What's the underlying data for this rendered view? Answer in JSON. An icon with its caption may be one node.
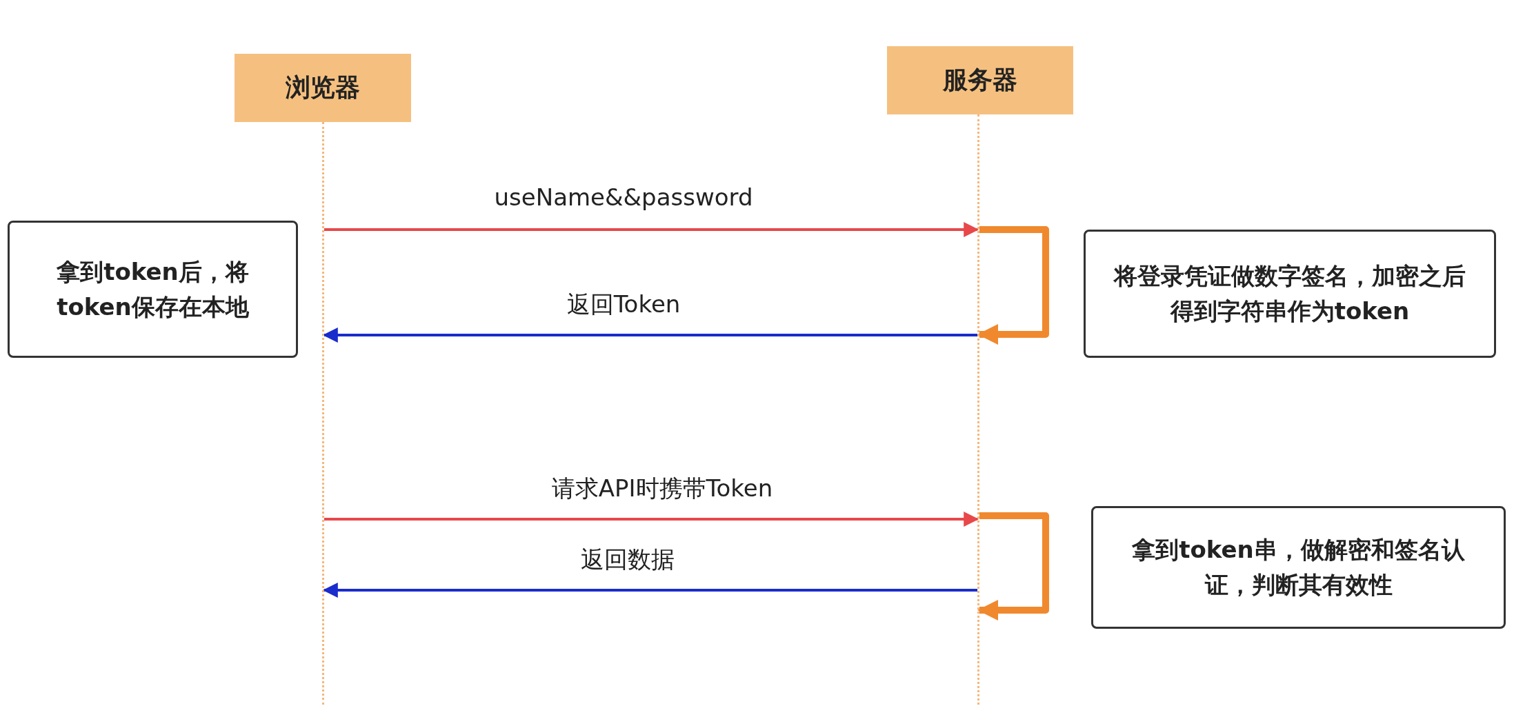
{
  "diagram": {
    "nodes": [
      {
        "text": [
          "浏览器"
        ]
      },
      {
        "text": [
          "服务器"
        ]
      },
      {
        "text": [
          "拿到token后，将token保存在本地"
        ]
      },
      {
        "text": [
          "将登录凭证做数字签名，加密之后得到字符串作为token"
        ]
      },
      {
        "text": [
          "拿到token串，做解密和签名认证，判断其有效性"
        ]
      },
      {
        "text": [],
        "shape": "line"
      },
      {
        "text": [],
        "shape": "line"
      }
    ],
    "edges": [
      {
        "from": 5,
        "to": 6,
        "arrow": "to",
        "label": "useName&&password",
        "color": "#e8484a"
      },
      {
        "from": 6,
        "to": 6,
        "arrow": "to",
        "style": "thick",
        "color": "#f0892e"
      },
      {
        "from": 6,
        "to": 5,
        "arrow": "to",
        "label": "返回Token",
        "color": "#1a2ccc"
      },
      {
        "from": 5,
        "to": 6,
        "arrow": "to",
        "label": "请求API时携带Token",
        "color": "#e8484a"
      },
      {
        "from": 6,
        "to": 6,
        "arrow": "to",
        "style": "thick",
        "color": "#f0892e"
      },
      {
        "from": 6,
        "to": 5,
        "arrow": "to",
        "label": "返回数据",
        "color": "#1a2ccc"
      }
    ]
  }
}
